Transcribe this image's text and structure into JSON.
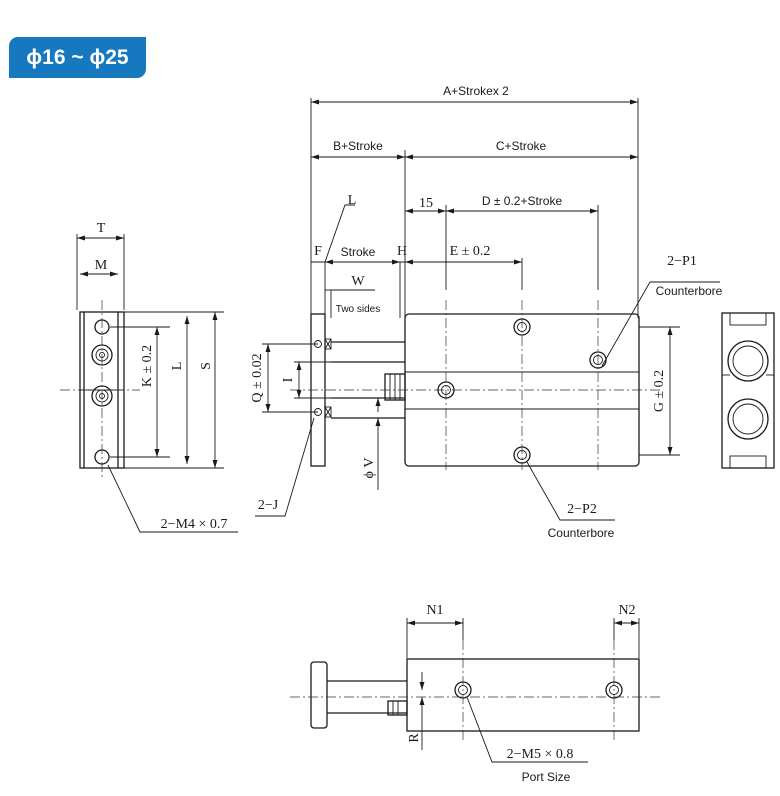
{
  "badge": {
    "label": "ϕ16 ~ ϕ25",
    "color": "#1679c0"
  },
  "dims": {
    "a": "A+Strokex 2",
    "b": "B+Stroke",
    "c": "C+Stroke",
    "d": "D ± 0.2+Stroke",
    "fifteen": "15",
    "e": "E ± 0.2",
    "l_small": "L",
    "f": "F",
    "stroke": "Stroke",
    "h": "H",
    "w": "W",
    "two_sides": "Two sides",
    "p1": "2−P1",
    "p1_note": "Counterbore",
    "p2": "2−P2",
    "p2_note": "Counterbore",
    "g": "G ± 0.2",
    "q": "Q ± 0.02",
    "i": "I",
    "v": "ϕ V",
    "j": "2−J",
    "t": "T",
    "m": "M",
    "k": "K ± 0.2",
    "l_big": "L",
    "s": "S",
    "m4": "2−M4 × 0.7",
    "n1": "N1",
    "n2": "N2",
    "r": "R",
    "m5": "2−M5 × 0.8",
    "port": "Port Size"
  }
}
